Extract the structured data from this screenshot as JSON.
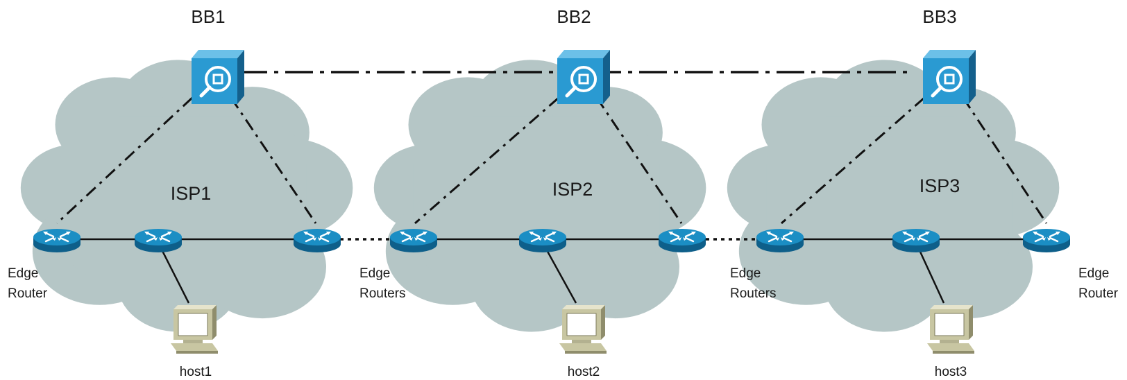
{
  "backbones": [
    {
      "label": "BB1"
    },
    {
      "label": "BB2"
    },
    {
      "label": "BB3"
    }
  ],
  "isps": [
    {
      "label": "ISP1"
    },
    {
      "label": "ISP2"
    },
    {
      "label": "ISP3"
    }
  ],
  "hosts": [
    {
      "label": "host1"
    },
    {
      "label": "host2"
    },
    {
      "label": "host3"
    }
  ],
  "edge_labels": [
    {
      "line1": "Edge",
      "line2": "Router"
    },
    {
      "line1": "Edge",
      "line2": "Routers"
    },
    {
      "line1": "Edge",
      "line2": "Routers"
    },
    {
      "line1": "Edge",
      "line2": "Router"
    }
  ],
  "colors": {
    "cloud": "#b5c6c6",
    "router": "#1b8ec4",
    "backbone": "#2a9ad2",
    "host": "#c8c6a2",
    "line": "#111111"
  }
}
